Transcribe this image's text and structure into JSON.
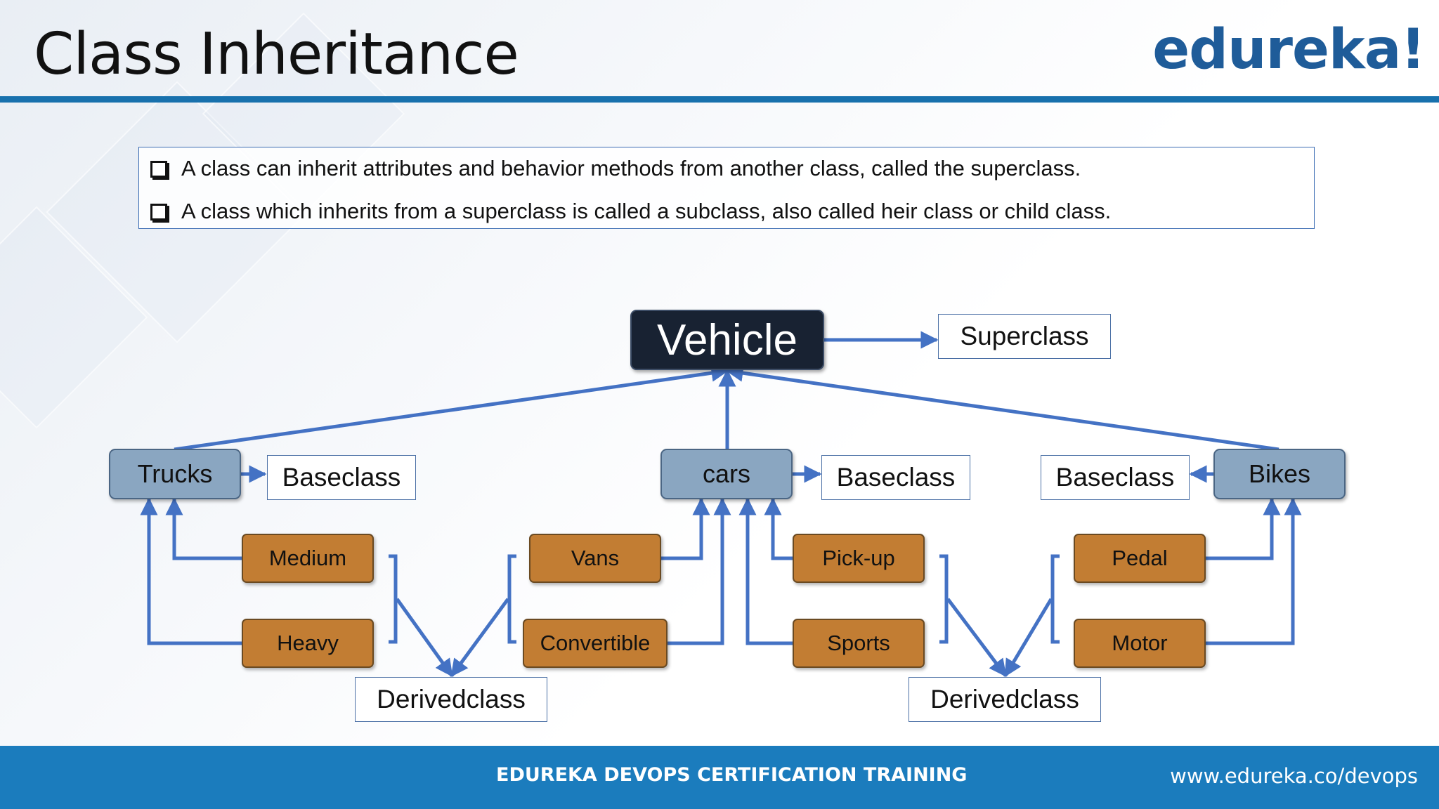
{
  "slide": {
    "title": "Class Inheritance",
    "logo": "edureka!",
    "bullets": [
      "A class can inherit attributes and behavior methods from another class, called the superclass.",
      "A class which inherits from a superclass is called a subclass, also called heir class or child class."
    ]
  },
  "diagram": {
    "root": "Vehicle",
    "superclass_label": "Superclass",
    "base_classes": [
      "Trucks",
      "cars",
      "Bikes"
    ],
    "baseclass_label": "Baseclass",
    "derived_classes": {
      "trucks": [
        "Medium",
        "Heavy"
      ],
      "cars": [
        "Vans",
        "Convertible",
        "Pick-up",
        "Sports"
      ],
      "bikes": [
        "Pedal",
        "Motor"
      ]
    },
    "derivedclass_label": "Derivedclass"
  },
  "footer": {
    "center": "EDUREKA DEVOPS CERTIFICATION TRAINING",
    "url": "www.edureka.co/devops"
  },
  "colors": {
    "accent_blue": "#1871ad",
    "root_box": "#182232",
    "base_box": "#8aa6c1",
    "derived_box": "#c27d33",
    "connector": "#4472c4"
  }
}
